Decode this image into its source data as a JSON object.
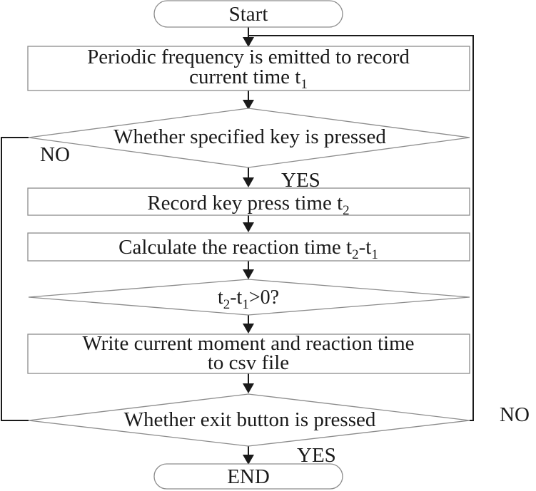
{
  "flowchart": {
    "start": "Start",
    "end": "END",
    "step1": {
      "line1": "Periodic frequency is emitted to record",
      "line2": "current time t",
      "line2_sub": "1"
    },
    "decision1": {
      "text": "Whether specified key is pressed",
      "no": "NO",
      "yes": "YES"
    },
    "step2": {
      "text": "Record key press time t",
      "sub": "2"
    },
    "step3": {
      "text": "Calculate the reaction time t",
      "sub_a": "2",
      "mid": "-t",
      "sub_b": "1"
    },
    "decision2": {
      "t": "t",
      "sub_a": "2",
      "mid": "-t",
      "sub_b": "1",
      "tail": ">0?"
    },
    "step4": {
      "line1": "Write  current moment and reaction time",
      "line2": "to csv file"
    },
    "decision3": {
      "text": "Whether exit button is pressed",
      "no": "NO",
      "yes": "YES"
    }
  }
}
